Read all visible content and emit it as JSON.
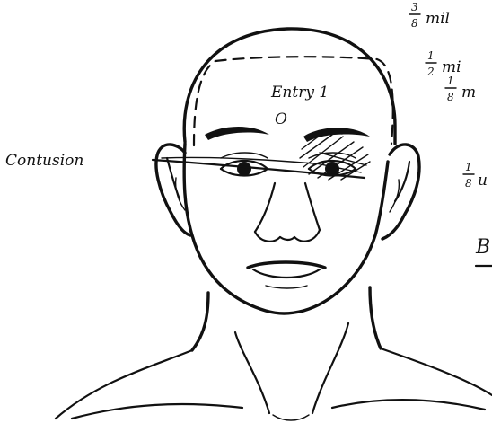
{
  "labels": {
    "entry": "Entry 1",
    "entry_mark": "O",
    "contusion": "Contusion"
  },
  "margin_notes": [
    {
      "num": "3",
      "den": "8",
      "text": "mil"
    },
    {
      "num": "1",
      "den": "2",
      "text": "mi"
    },
    {
      "num": "1",
      "den": "8",
      "text": "m"
    },
    {
      "num": "1",
      "den": "8",
      "text": "u"
    },
    {
      "num": "",
      "den": "",
      "text": "B"
    }
  ],
  "colors": {
    "ink": "#111111",
    "background": "#ffffff"
  }
}
